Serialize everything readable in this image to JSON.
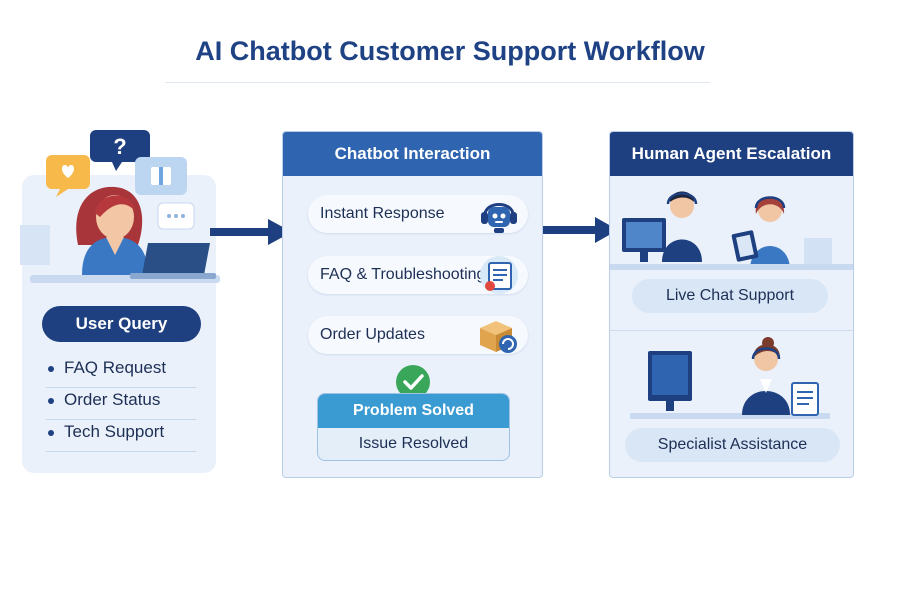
{
  "title": "AI Chatbot Customer Support Workflow",
  "user": {
    "label": "User Query",
    "items": [
      "FAQ Request",
      "Order Status",
      "Tech Support"
    ],
    "bubble_glyph": "?"
  },
  "chatbot": {
    "header": "Chatbot Interaction",
    "items": [
      {
        "label": "Instant Response",
        "icon": "robot-icon"
      },
      {
        "label": "FAQ & Troubleshooting",
        "icon": "document-icon"
      },
      {
        "label": "Order Updates",
        "icon": "package-icon"
      }
    ],
    "resolved_title": "Problem Solved",
    "resolved_subtitle": "Issue Resolved"
  },
  "agent": {
    "header": "Human Agent Escalation",
    "live_chat": "Live Chat Support",
    "specialist": "Specialist Assistance"
  },
  "colors": {
    "title": "#1f4284",
    "navy": "#1e3f80",
    "blue": "#2f65b0",
    "panel_bg": "#eaf1fb",
    "success": "#3aa65a"
  }
}
